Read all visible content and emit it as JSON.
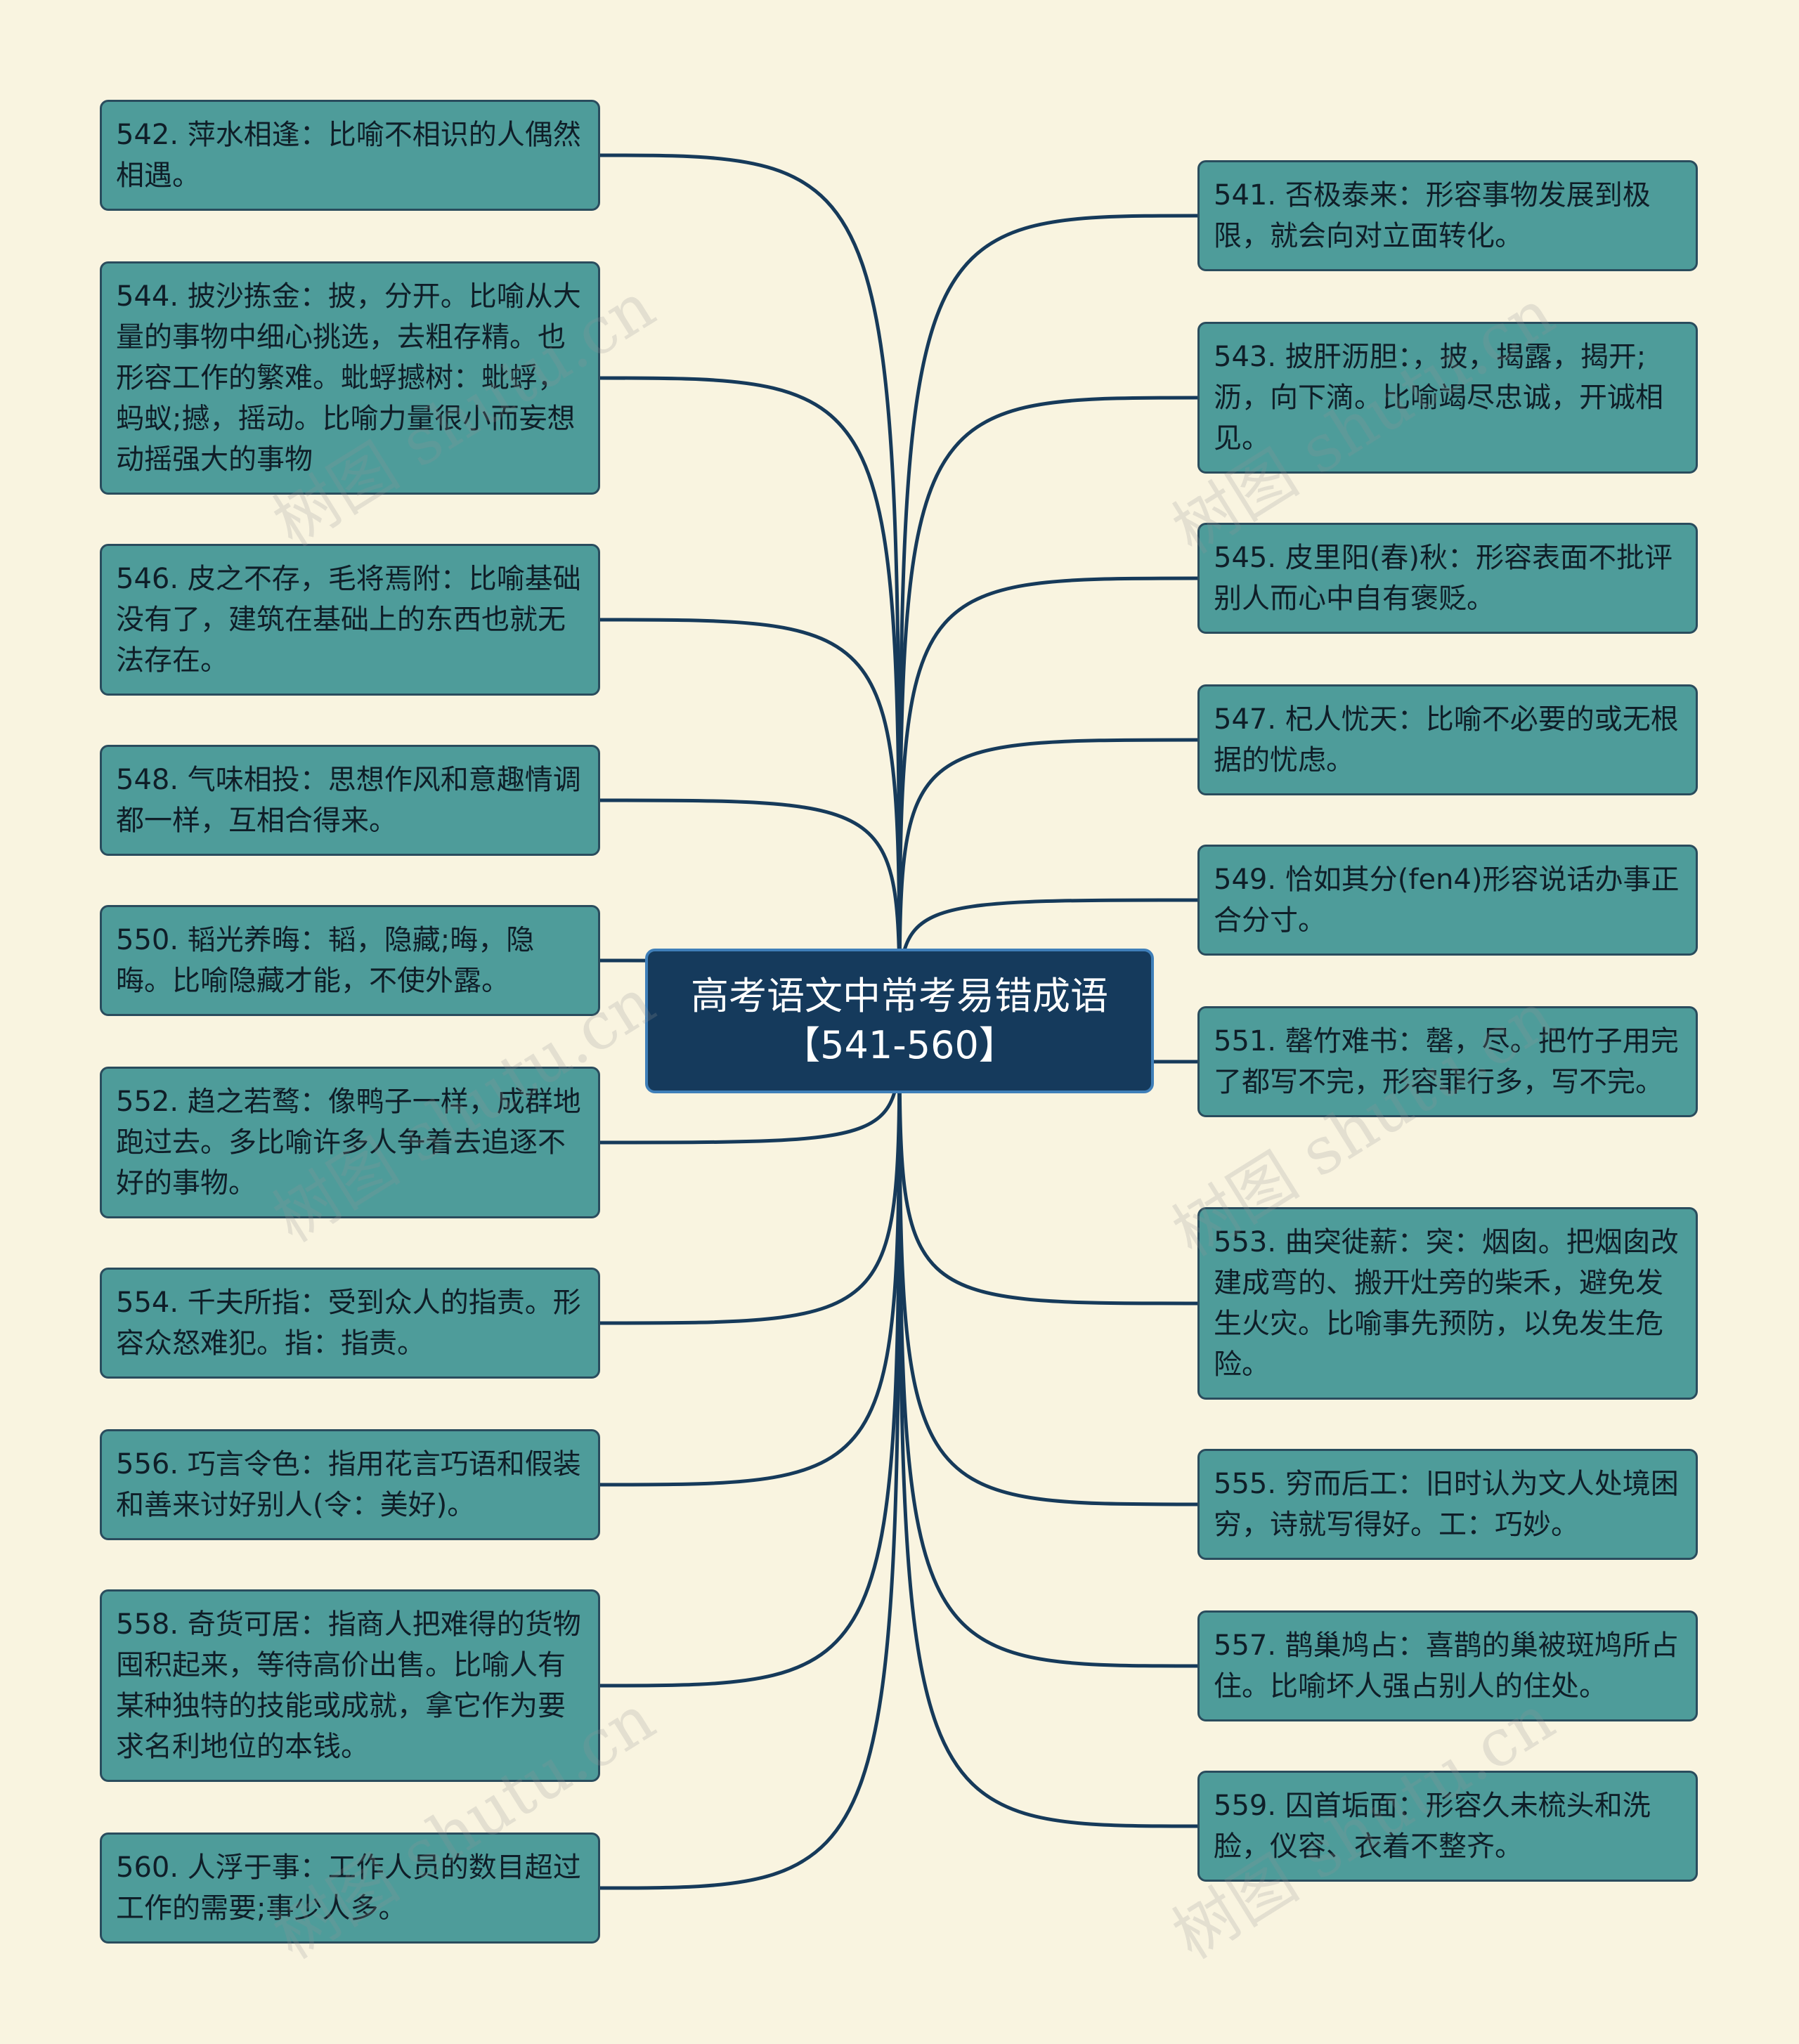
{
  "center": {
    "title_line1": "高考语文中常考易错成语",
    "title_line2": "【541-560】"
  },
  "left_nodes": [
    "542. 萍水相逢：比喻不相识的人偶然相遇。",
    "544. 披沙拣金：披，分开。比喻从大量的事物中细心挑选，去粗存精。也形容工作的繁难。蚍蜉撼树：蚍蜉，蚂蚁;撼，摇动。比喻力量很小而妄想动摇强大的事物",
    "546. 皮之不存，毛将焉附：比喻基础没有了，建筑在基础上的东西也就无法存在。",
    "548. 气味相投：思想作风和意趣情调都一样，互相合得来。",
    "550. 韬光养晦：韬，隐藏;晦，隐晦。比喻隐藏才能，不使外露。",
    "552. 趋之若鹜：像鸭子一样，成群地跑过去。多比喻许多人争着去追逐不好的事物。",
    "554. 千夫所指：受到众人的指责。形容众怒难犯。指：指责。",
    "556. 巧言令色：指用花言巧语和假装和善来讨好别人(令：美好)。",
    "558. 奇货可居：指商人把难得的货物囤积起来，等待高价出售。比喻人有某种独特的技能或成就，拿它作为要求名利地位的本钱。",
    "560. 人浮于事：工作人员的数目超过工作的需要;事少人多。"
  ],
  "right_nodes": [
    "541. 否极泰来：形容事物发展到极限，就会向对立面转化。",
    "543. 披肝沥胆：，披，揭露，揭开;沥，向下滴。比喻竭尽忠诚，开诚相见。",
    "545. 皮里阳(春)秋：形容表面不批评别人而心中自有褒贬。",
    "547. 杞人忧天：比喻不必要的或无根据的忧虑。",
    "549. 恰如其分(fen4)形容说话办事正合分寸。",
    "551. 罄竹难书：罄，尽。把竹子用完了都写不完，形容罪行多，写不完。",
    "553. 曲突徙薪：突：烟囱。把烟囱改建成弯的、搬开灶旁的柴禾，避免发生火灾。比喻事先预防，以免发生危险。",
    "555. 穷而后工：旧时认为文人处境困穷，诗就写得好。工：巧妙。",
    "557. 鹊巢鸠占：喜鹊的巢被斑鸠所占住。比喻坏人强占别人的住处。",
    "559. 囚首垢面：形容久未梳头和洗脸，仪容、衣着不整齐。"
  ],
  "watermark_text": "树图 shutu.cn",
  "colors": {
    "background": "#f9f4e0",
    "node_fill": "#4e9c9a",
    "node_border": "#2a4c5d",
    "center_fill": "#153a5c",
    "center_border": "#3f7fb9",
    "link": "#163a5a"
  }
}
